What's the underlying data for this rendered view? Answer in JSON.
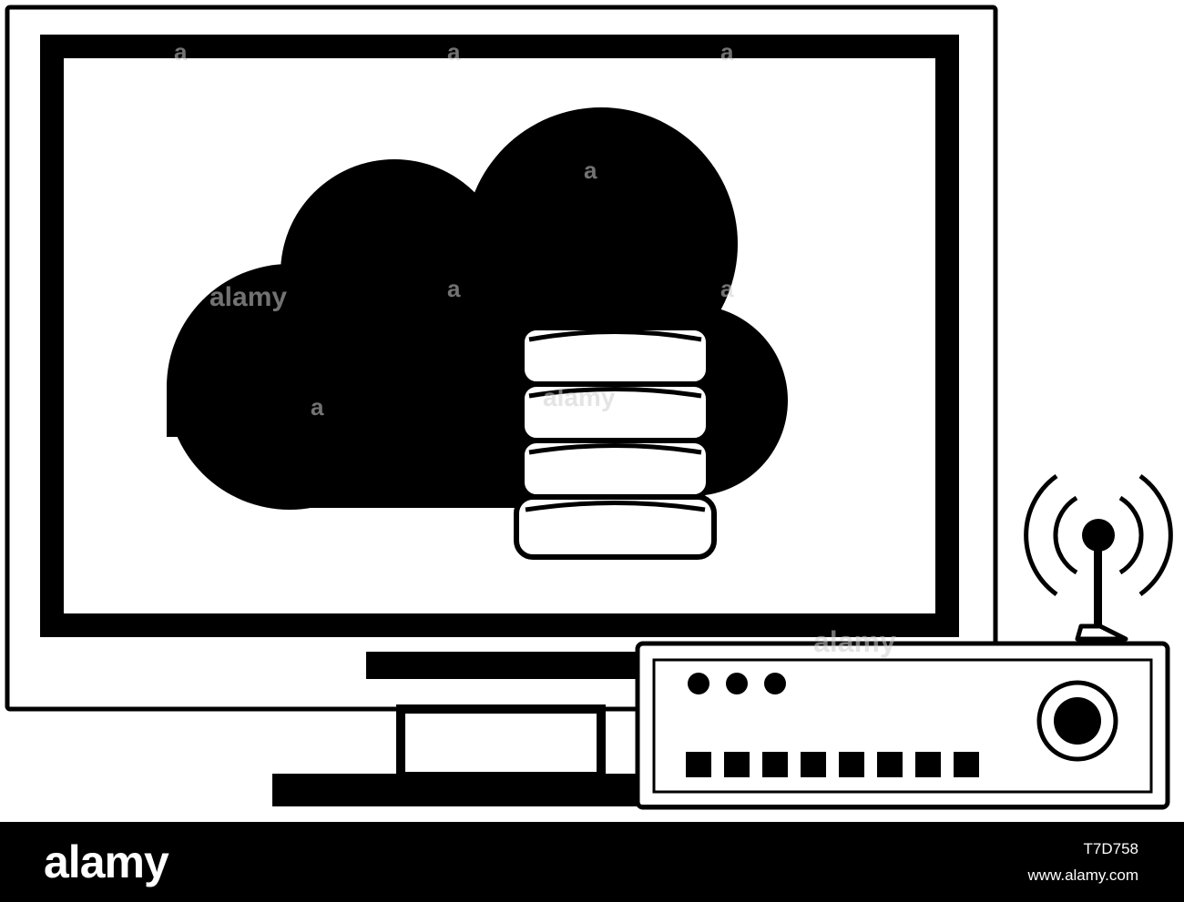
{
  "illustration": {
    "subjects": [
      "monitor-icon",
      "cloud-icon",
      "database-icon",
      "router-icon",
      "antenna-icon",
      "wifi-signal-icon"
    ],
    "colors": {
      "ink": "#000000",
      "paper": "#ffffff",
      "watermark": "#cfcfcf"
    }
  },
  "watermark": {
    "text": "alamy",
    "letter": "a"
  },
  "footer": {
    "brand": "alamy",
    "image_id": "T7D758",
    "url": "www.alamy.com",
    "colors": {
      "background": "#000000",
      "text": "#ffffff"
    }
  }
}
